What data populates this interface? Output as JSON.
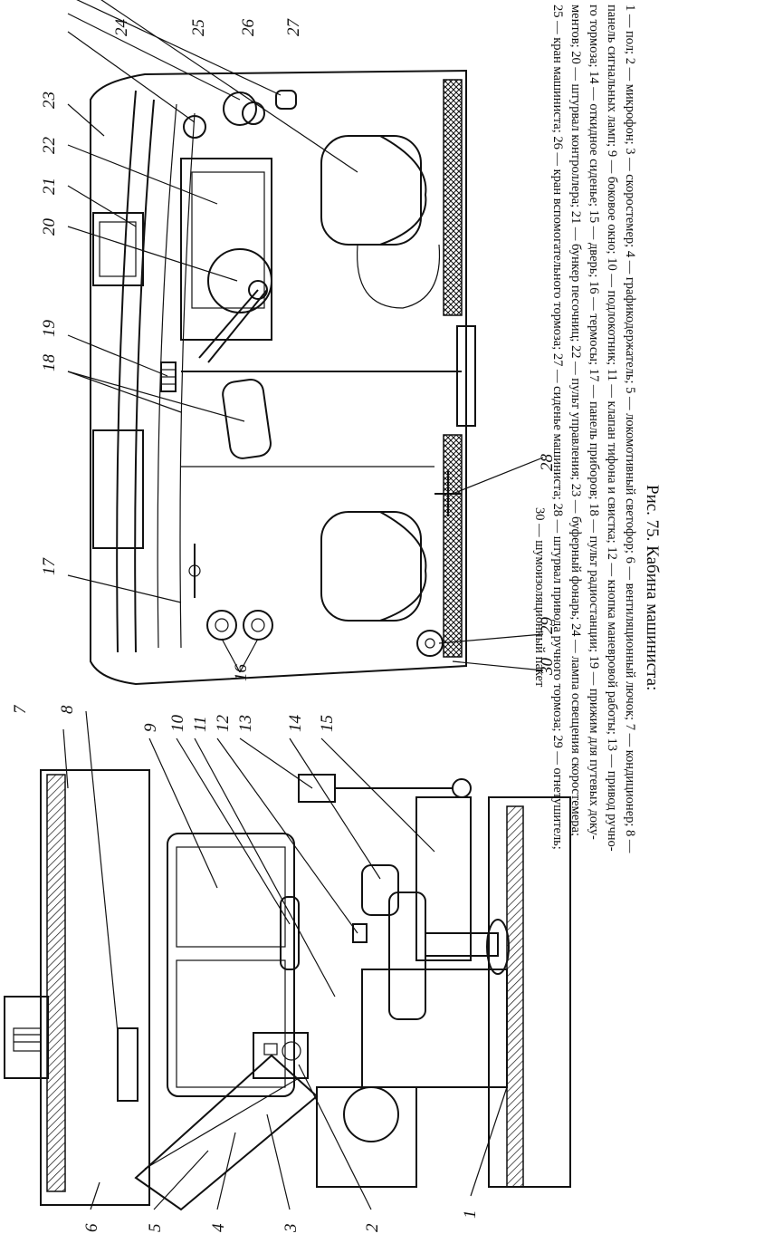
{
  "figure": {
    "title": "Рис. 75. Кабина машиниста:",
    "legend_lines": [
      "1 — пол; 2 — микрофон; 3 — скоростемер; 4 — графикодержатель; 5 — локомотивный светофор; 6 — вентиляционный лючок; 7 — кондиционер; 8 —",
      "панель сигнальных ламп; 9 — боковое окно; 10 — подлокотник; 11 — клапан тифона и свистка; 12 — кнопка маневровой работы; 13 — привод ручно-",
      "го тормоза; 14 — откидное сиденье; 15 — дверь; 16 — термосы; 17 — панель приборов; 18 — пульт радиостанции; 19 — прижим для путевых доку-",
      "ментов; 20 — штурвал контроллера; 21 — бункер песочниц; 22 — пульт управления; 23 — буферный фонарь; 24 — лампа освещения скоростемера;",
      "25 — кран машиниста; 26 — кран вспомогательного тормоза; 27 — сиденье машиниста; 28 — штурвал привода ручного тормоза; 29 — огнетушитель;",
      "30 — шумоизоляционный пакет"
    ]
  },
  "side_view_labels": [
    "1",
    "2",
    "3",
    "4",
    "5",
    "6",
    "7",
    "8",
    "9",
    "10",
    "11",
    "12",
    "13",
    "14",
    "15"
  ],
  "plan_view_labels": [
    "16",
    "17",
    "18",
    "19",
    "20",
    "21",
    "22",
    "23",
    "24",
    "25",
    "26",
    "27",
    "28",
    "29",
    "30"
  ]
}
